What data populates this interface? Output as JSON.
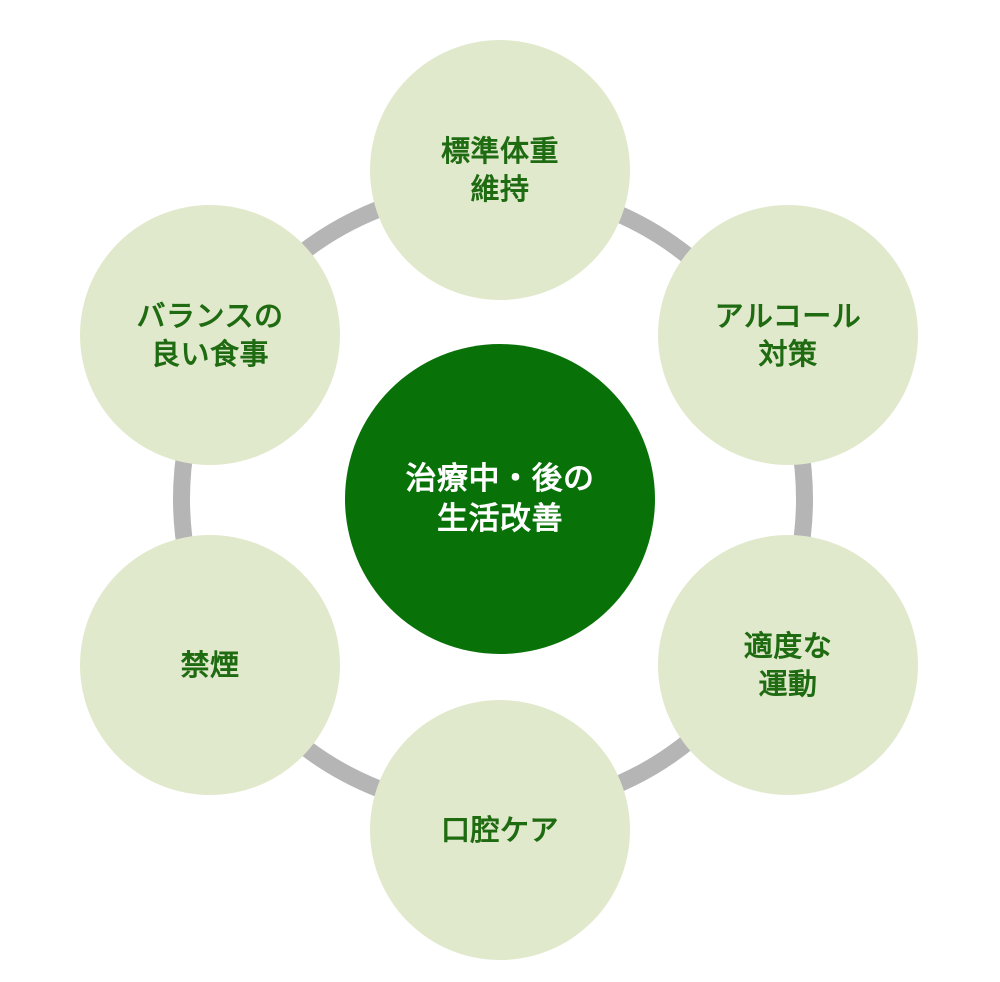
{
  "center": {
    "label": "治療中・後の\n生活改善"
  },
  "items": [
    {
      "id": "weight",
      "label": "標準体重\n維持"
    },
    {
      "id": "alcohol",
      "label": "アルコール\n対策"
    },
    {
      "id": "exercise",
      "label": "適度な\n運動"
    },
    {
      "id": "oral",
      "label": "口腔ケア"
    },
    {
      "id": "smoking",
      "label": "禁煙"
    },
    {
      "id": "diet",
      "label": "バランスの\n良い食事"
    }
  ],
  "colors": {
    "center_fill": "#087208",
    "outer_fill": "#e1e9cc",
    "ring": "#b5b5b5",
    "text_green": "#1f6b12",
    "text_white": "#ffffff"
  }
}
